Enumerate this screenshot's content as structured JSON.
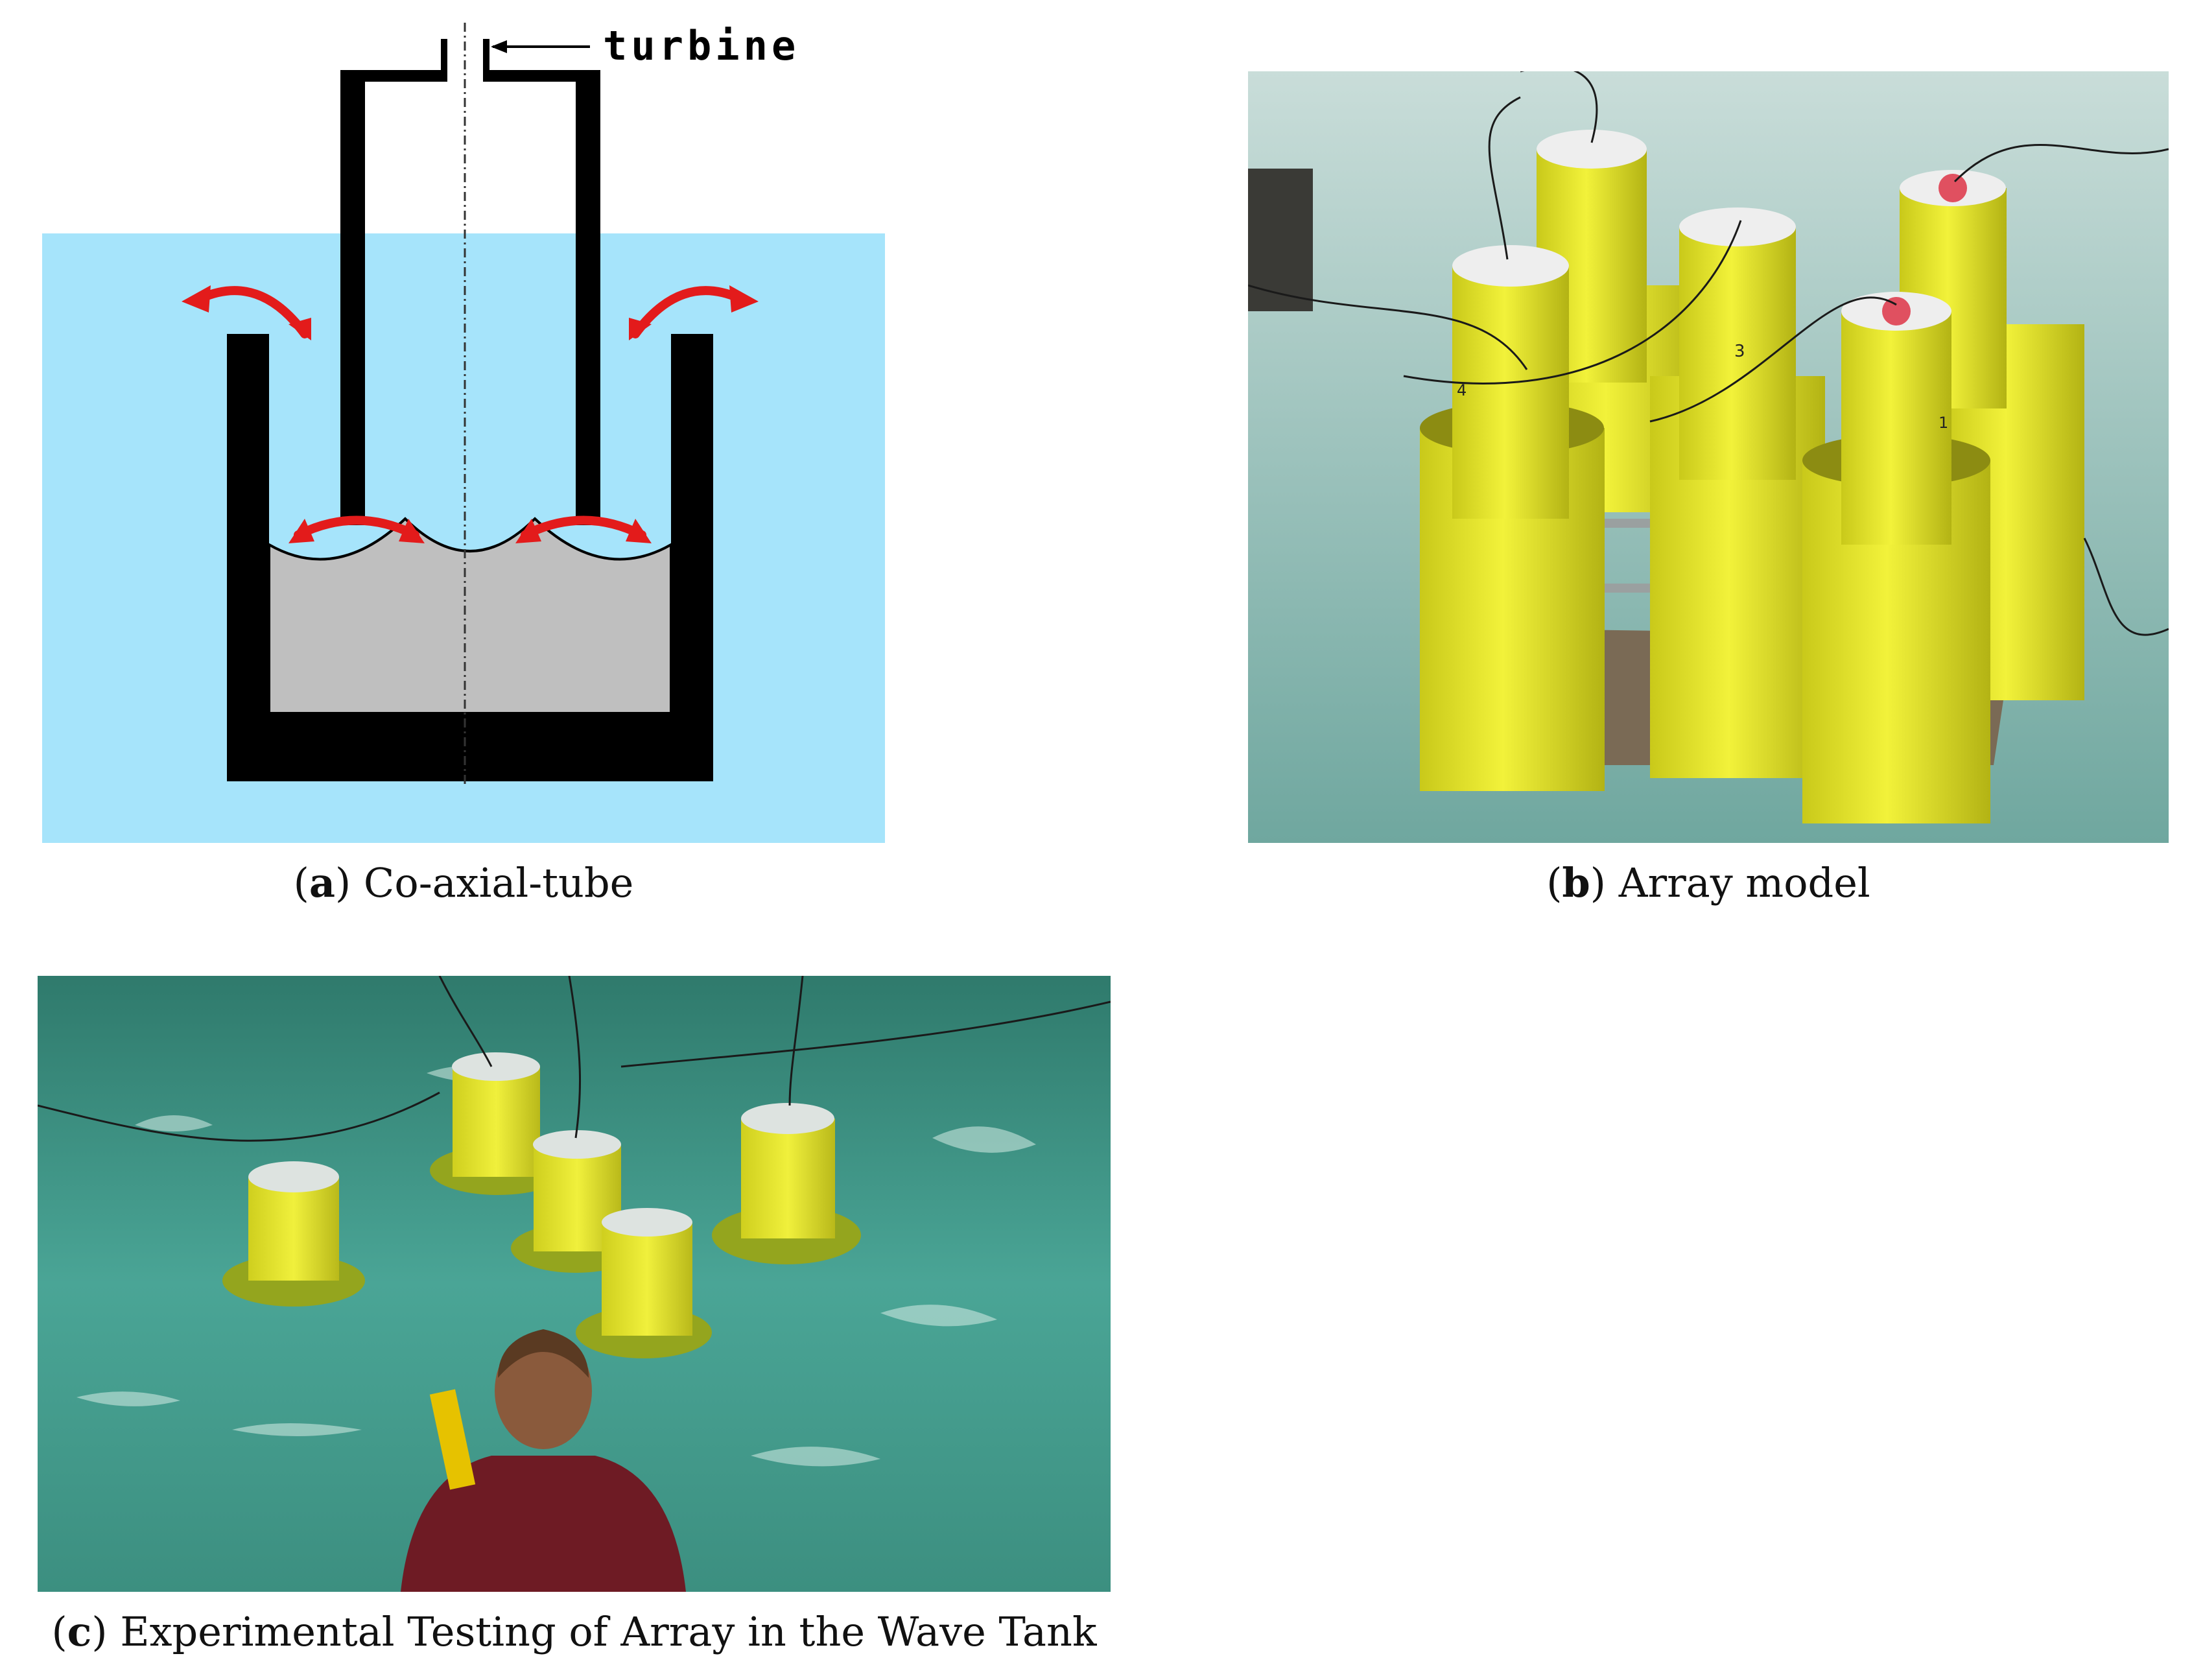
{
  "figure": {
    "panel_a": {
      "label_letter": "a",
      "caption": "Co-axial-tube",
      "turbine_label": "turbine"
    },
    "panel_b": {
      "label_letter": "b",
      "caption": "Array model",
      "device_numbers": [
        "4",
        "3",
        "1"
      ]
    },
    "panel_c": {
      "label_letter": "c",
      "caption": "Experimental Testing of Array in the Wave Tank"
    }
  },
  "colors": {
    "water": "#a6e4fb",
    "wall": "#000000",
    "ballast": "#bfbfbf",
    "flow_arrow": "#e31b1b",
    "device_yellow": "#ecec2a",
    "tank_water": "#3e9e8a"
  }
}
